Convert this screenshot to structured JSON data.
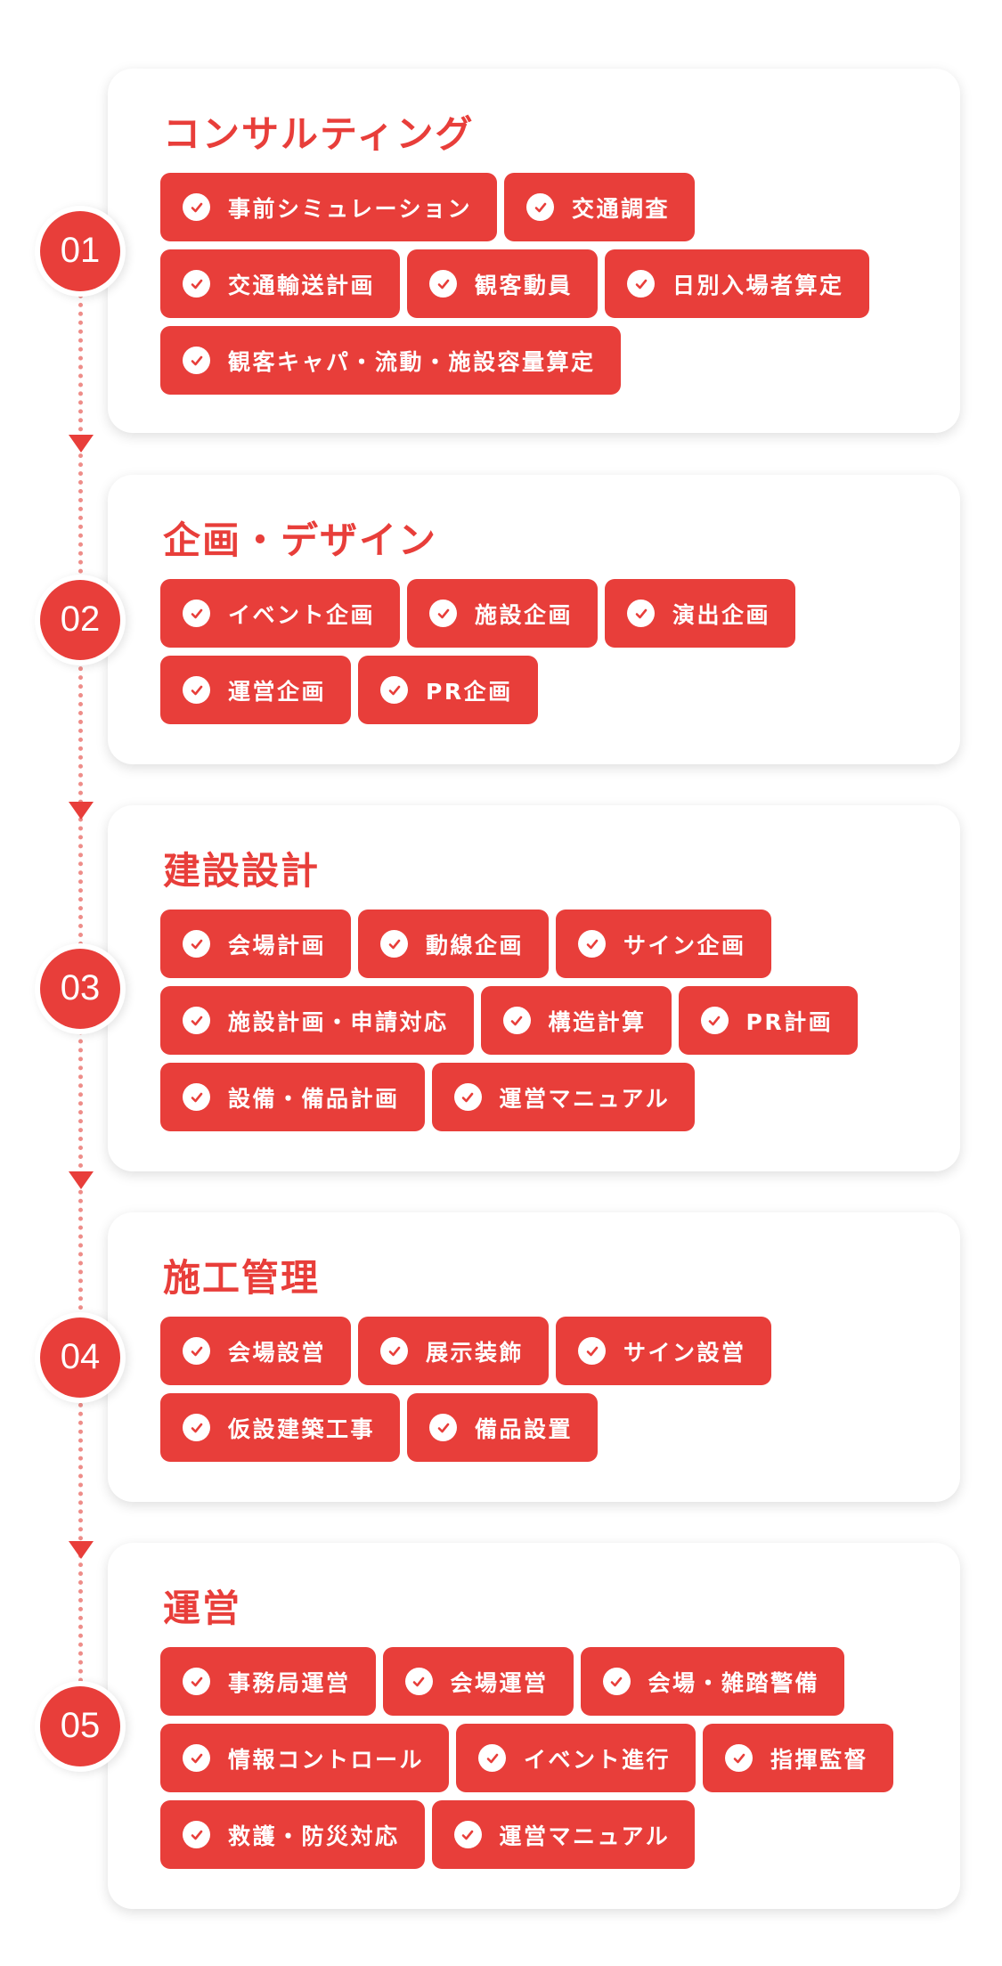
{
  "steps": [
    {
      "number": "01",
      "title": "コンサルティング",
      "rows": [
        [
          "事前シミュレーション",
          "交通調査"
        ],
        [
          "交通輸送計画",
          "観客動員",
          "日別入場者算定"
        ],
        [
          "観客キャパ・流動・施設容量算定"
        ]
      ]
    },
    {
      "number": "02",
      "title": "企画・デザイン",
      "rows": [
        [
          "イベント企画",
          "施設企画",
          "演出企画"
        ],
        [
          "運営企画",
          "PR企画"
        ]
      ]
    },
    {
      "number": "03",
      "title": "建設設計",
      "rows": [
        [
          "会場計画",
          "動線企画",
          "サイン企画"
        ],
        [
          "施設計画・申請対応",
          "構造計算",
          "PR計画"
        ],
        [
          "設備・備品計画",
          "運営マニュアル"
        ]
      ]
    },
    {
      "number": "04",
      "title": "施工管理",
      "rows": [
        [
          "会場設営",
          "展示装飾",
          "サイン設営"
        ],
        [
          "仮設建築工事",
          "備品設置"
        ]
      ]
    },
    {
      "number": "05",
      "title": "運営",
      "rows": [
        [
          "事務局運営",
          "会場運営",
          "会場・雑踏警備"
        ],
        [
          "情報コントロール",
          "イベント進行",
          "指揮監督"
        ],
        [
          "救護・防災対応",
          "運営マニュアル"
        ]
      ]
    }
  ],
  "colors": {
    "accent": "#e83e3a",
    "dots": "#ee8d89"
  }
}
